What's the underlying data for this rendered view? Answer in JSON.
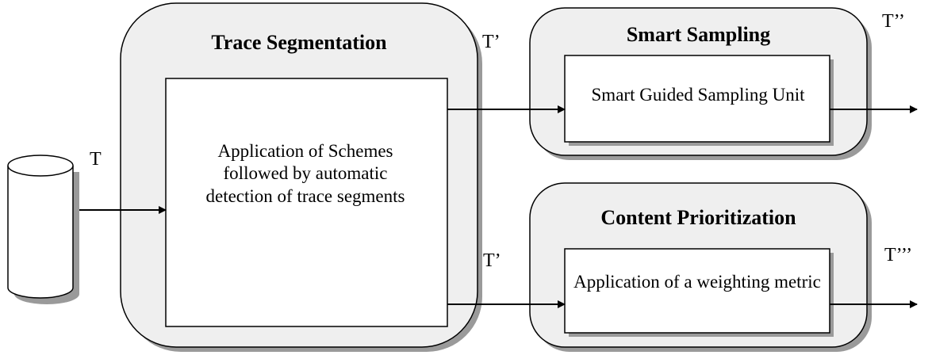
{
  "colors": {
    "panel_fill": "#efefef",
    "box_fill": "#ffffff",
    "stroke": "#000000",
    "shadow": "#9a9a9a"
  },
  "input": {
    "icon": "database-cylinder-icon",
    "label": "T"
  },
  "trace_segmentation": {
    "title": "Trace Segmentation",
    "box_text": "Application of Schemes followed by automatic detection of trace segments"
  },
  "smart_sampling": {
    "title": "Smart Sampling",
    "box_text": "Smart Guided Sampling Unit",
    "input_label": "T’",
    "output_label": "T’’"
  },
  "content_prioritization": {
    "title": "Content Prioritization",
    "box_text": "Application of a weighting metric",
    "input_label": "T’",
    "output_label": "T’’’"
  }
}
